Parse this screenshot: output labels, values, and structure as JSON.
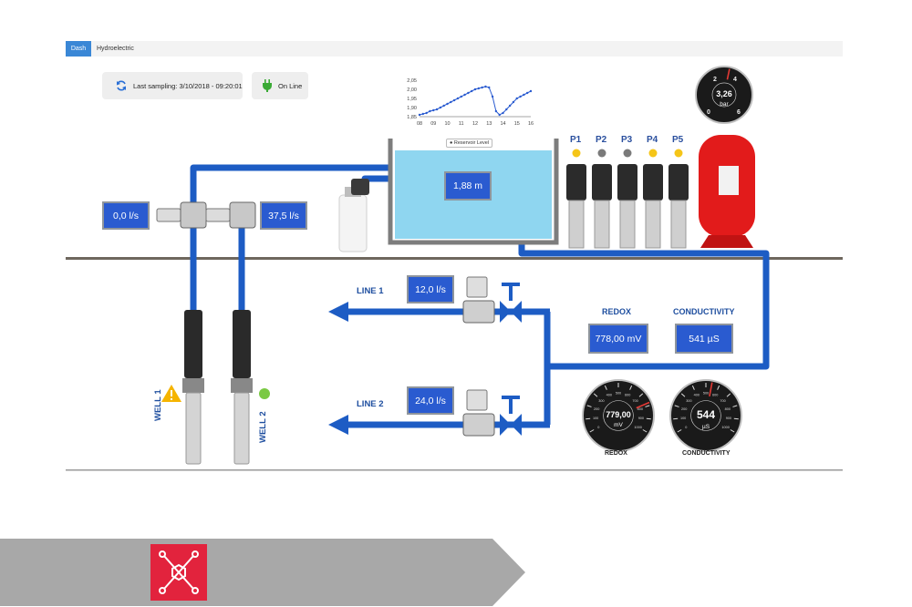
{
  "breadcrumb": {
    "items": [
      "Dash",
      "Hydroelectric"
    ]
  },
  "status": {
    "last_sampling": "Last sampling: 3/10/2018 - 09:20:01",
    "online": "On Line"
  },
  "reservoir": {
    "level": "1,88 m",
    "legend": "Reservoir Level"
  },
  "flows": {
    "inlet_left": "0,0 l/s",
    "inlet_right": "37,5 l/s",
    "line1": "12,0 l/s",
    "line2": "24,0 l/s"
  },
  "lines": {
    "line1_label": "LINE 1",
    "line2_label": "LINE 2"
  },
  "wells": {
    "well1_label": "WELL 1",
    "well2_label": "WELL 2",
    "well1_status_color": "#f5b400",
    "well2_status_color": "#7ac943"
  },
  "pumps": [
    {
      "label": "P1",
      "status_color": "#f5c518"
    },
    {
      "label": "P2",
      "status_color": "#7a7a7a"
    },
    {
      "label": "P3",
      "status_color": "#7a7a7a"
    },
    {
      "label": "P4",
      "status_color": "#f5c518"
    },
    {
      "label": "P5",
      "status_color": "#f5c518"
    }
  ],
  "quality": {
    "redox_title": "REDOX",
    "redox_value": "778,00 mV",
    "conductivity_title": "CONDUCTIVITY",
    "conductivity_value": "541 µS"
  },
  "gauges": {
    "pressure": {
      "value": "3,26",
      "unit": "bar",
      "ticks": [
        "2",
        "4",
        "0",
        "6"
      ],
      "min": 0,
      "max": 6,
      "reading": 3.26
    },
    "redox": {
      "value": "779,00",
      "unit": "mV",
      "caption": "REDOX",
      "ticks": [
        "0",
        "100",
        "200",
        "300",
        "400",
        "500",
        "600",
        "700",
        "800",
        "900",
        "1000"
      ],
      "min": 0,
      "max": 1000,
      "reading": 779
    },
    "conductivity": {
      "value": "544",
      "unit": "µS",
      "caption": "CONDUCTIVITY",
      "ticks": [
        "0",
        "100",
        "200",
        "300",
        "400",
        "500",
        "600",
        "700",
        "800",
        "900",
        "1000"
      ],
      "min": 0,
      "max": 1000,
      "reading": 544
    }
  },
  "colors": {
    "pipe": "#1d5cc4",
    "value_box": "#2a5bd0",
    "water": "#8fd6f0",
    "tank": "#e21b1b",
    "logo": "#e2233d",
    "banner": "#a8a8a8"
  },
  "chart_data": {
    "type": "line",
    "categories": [
      "08",
      "09",
      "10",
      "11",
      "12",
      "13",
      "14",
      "15",
      "16"
    ],
    "x": [
      8,
      8.25,
      8.5,
      8.75,
      9,
      9.25,
      9.5,
      9.75,
      10,
      10.25,
      10.5,
      10.75,
      11,
      11.25,
      11.5,
      11.75,
      12,
      12.25,
      12.5,
      12.75,
      13,
      13.25,
      13.5,
      13.75,
      14,
      14.25,
      14.5,
      14.75,
      15,
      15.25,
      15.5,
      15.75,
      16
    ],
    "values": [
      1.86,
      1.865,
      1.87,
      1.88,
      1.885,
      1.89,
      1.9,
      1.91,
      1.92,
      1.93,
      1.94,
      1.95,
      1.96,
      1.97,
      1.98,
      1.99,
      2.0,
      2.005,
      2.01,
      2.015,
      2.01,
      1.96,
      1.88,
      1.86,
      1.87,
      1.89,
      1.91,
      1.93,
      1.95,
      1.96,
      1.97,
      1.98,
      1.99
    ],
    "yticks": [
      "1,85",
      "1,90",
      "1,95",
      "2,00",
      "2,05"
    ],
    "ylim": [
      1.85,
      2.05
    ],
    "xlim": [
      8,
      16
    ],
    "series_name": "Reservoir Level",
    "legend": "bottom"
  }
}
